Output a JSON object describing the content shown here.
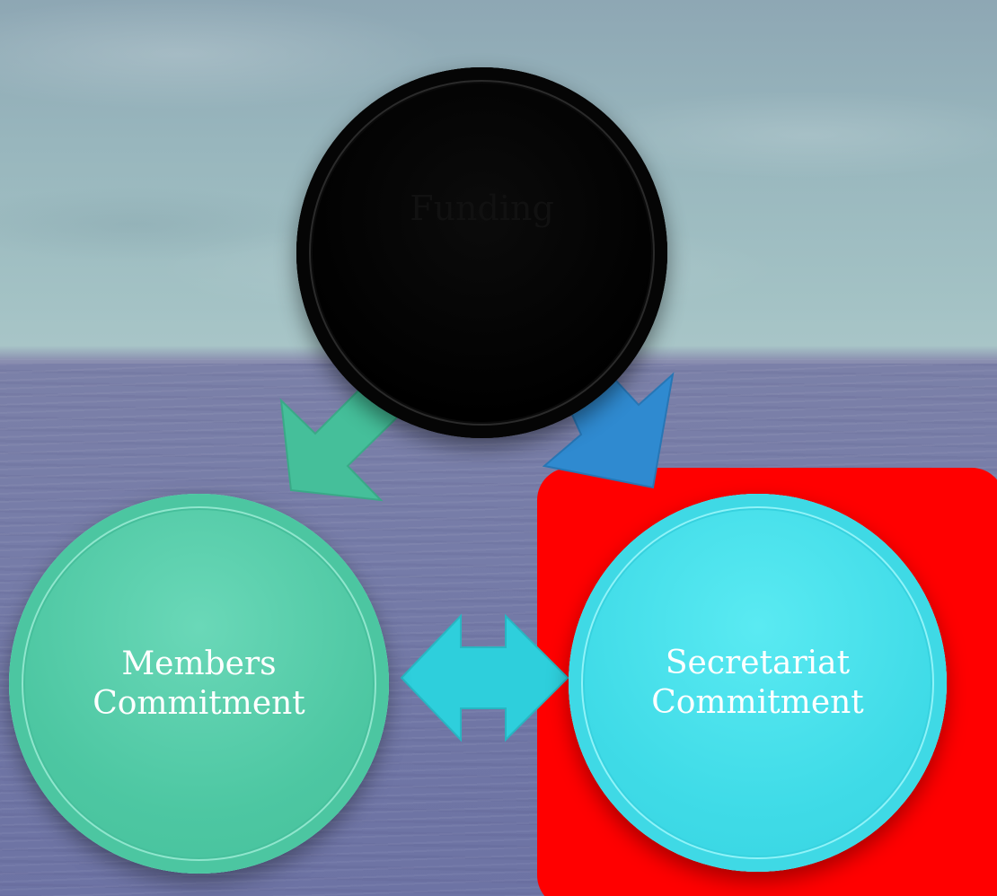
{
  "diagram": {
    "nodes": [
      {
        "id": "funding",
        "label": "Funding",
        "color": "#000000"
      },
      {
        "id": "members",
        "label": "Members\nCommitment",
        "color": "#4dc7a2"
      },
      {
        "id": "secretariat",
        "label": "Secretariat\nCommitment",
        "color": "#3fdbe7"
      }
    ],
    "edges": [
      {
        "from": "funding",
        "to": "members",
        "color": "#45bf9a",
        "direction": "one-way"
      },
      {
        "from": "funding",
        "to": "secretariat",
        "color": "#2f8ad0",
        "direction": "one-way"
      },
      {
        "from": "members",
        "to": "secretariat",
        "color": "#2ecfdc",
        "direction": "two-way"
      }
    ],
    "highlight": {
      "target": "secretariat",
      "color": "#ff0000"
    },
    "background": "sky-and-sea-photo"
  }
}
